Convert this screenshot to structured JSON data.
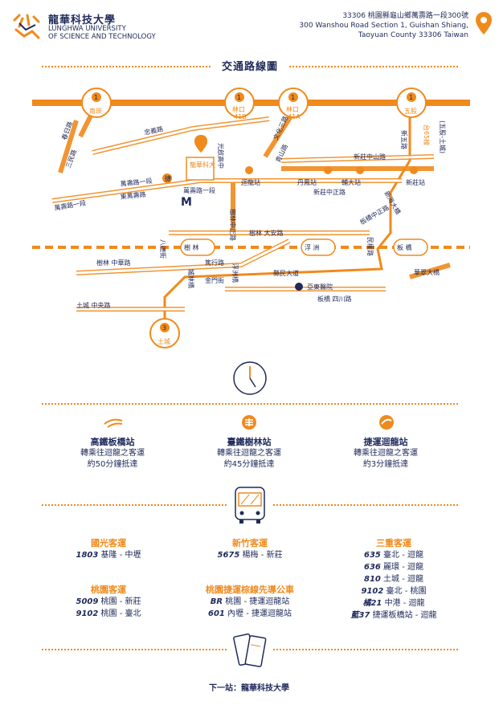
{
  "header": {
    "school_cn": "龍華科技大學",
    "school_en_1": "LUNGHWA UNIVERSITY",
    "school_en_2": "OF SCIENCE AND TECHNOLOGY",
    "address_cn": "33306 桃園縣龜山鄉萬壽路一段300號",
    "address_en_1": "300 Wanshou Road Section 1, Guishan Shiang,",
    "address_en_2": "Taoyuan County 33306 Taiwan"
  },
  "map": {
    "title": "交通路線圖",
    "stations": {
      "nankan": "南崁",
      "linkou_41b": "林口",
      "linkou_41b_code": "41B",
      "linkou_41a": "林口",
      "linkou_41a_code": "41A",
      "wugu": "五股",
      "tucheng": "土城",
      "num_1a": "1",
      "num_1b": "1",
      "num_1c": "1",
      "num_1d": "1",
      "num_3": "3"
    },
    "roads": {
      "chunri": "春日路",
      "sanmin": "三民路",
      "zhongyi": "忠義路",
      "wanshou": "萬壽路一段",
      "wanshou1": "萬壽路一段",
      "wanshou2": "萬壽路一段",
      "dongwan": "東萬壽路",
      "guangfu": "光啟高中",
      "wenhua": "文化三路",
      "qingshan": "青山路",
      "wuguxin": "新五路",
      "tai65": "台65線",
      "wugu_tucheng": "(五股-土城)",
      "xinzhuang_zhongshan": "新莊中山路",
      "xinzhuang_zhongzheng": "新莊中正路",
      "xinhai": "新海大橋",
      "banqiao_zhongzheng": "板橋中正路",
      "shulin_zhongzheng": "樹林中正路",
      "shulin_daan": "樹林 大安路",
      "bade": "八德街",
      "shulin_zhonghua": "樹林 中華路",
      "duhang": "篤行路",
      "chenglin": "城林橋",
      "jinmen": "金門街",
      "fuzhou": "浮洲橋",
      "xianmin": "縣民大道",
      "minzhi": "民權路",
      "banqiao_sichuan": "板橋 四川路",
      "tucheng_zhongyang": "土城 中央路",
      "huacui": "華翠大橋",
      "yadong": "亞東醫院",
      "huilong": "迴龍站",
      "danfeng": "丹鳳站",
      "fuda": "輔大站",
      "xinzhuang": "新莊站",
      "shulin_stn": "樹 林",
      "fuzhou_stn": "浮 洲",
      "banqiao_stn": "板 橋",
      "metro_badge": "捷",
      "school_box": "龍華科大"
    }
  },
  "stations_section": [
    {
      "title": "高鐵板橋站",
      "line1": "轉乘往迴龍之客運",
      "line2": "約50分鐘抵達"
    },
    {
      "title": "臺鐵樹林站",
      "line1": "轉乘往迴龍之客運",
      "line2": "約45分鐘抵達"
    },
    {
      "title": "捷運迴龍站",
      "line1": "轉乘往迴龍之客運",
      "line2": "約3分鐘抵達"
    }
  ],
  "bus": {
    "guoguang": {
      "title": "國光客運",
      "routes": [
        {
          "no": "1803",
          "desc": "基隆 - 中壢"
        }
      ]
    },
    "hsinchu": {
      "title": "新竹客運",
      "routes": [
        {
          "no": "5675",
          "desc": "楊梅 - 新莊"
        }
      ]
    },
    "sanchong": {
      "title": "三重客運",
      "routes": [
        {
          "no": "635",
          "desc": "臺北 - 迴龍"
        },
        {
          "no": "636",
          "desc": "麗環 - 迴龍"
        },
        {
          "no": "810",
          "desc": "土城 - 迴龍"
        },
        {
          "no": "9102",
          "desc": "臺北 - 桃園"
        },
        {
          "no": "橘21",
          "desc": "中港 - 迴龍"
        },
        {
          "no": "藍37",
          "desc": "捷運板橋站 - 迴龍"
        }
      ]
    },
    "taoyuan": {
      "title": "桃園客運",
      "routes": [
        {
          "no": "5009",
          "desc": "桃園 - 新莊"
        },
        {
          "no": "9102",
          "desc": "桃園 - 臺北"
        }
      ]
    },
    "mrt_shuttle": {
      "title": "桃園捷運棕線先導公車",
      "routes": [
        {
          "no": "BR",
          "desc": "桃園 - 捷運迴龍站"
        },
        {
          "no": "601",
          "desc": "內壢 - 捷運迴龍站"
        }
      ]
    }
  },
  "footer": {
    "next_stop": "下一站：龍華科技大學"
  },
  "colors": {
    "orange": "#f08a1c",
    "navy": "#1f2a5a"
  }
}
